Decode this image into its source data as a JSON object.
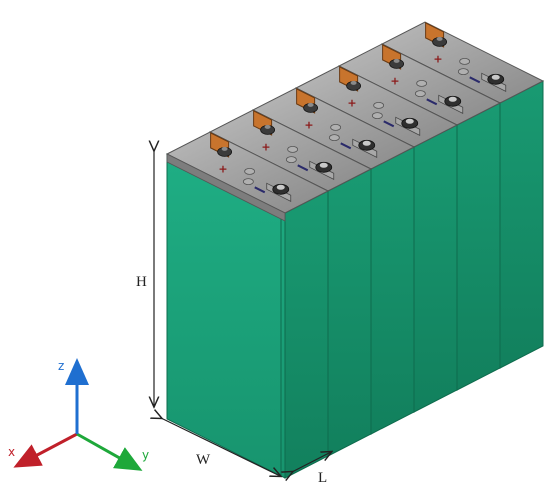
{
  "dimensions": {
    "height_label": "H",
    "width_label": "W",
    "length_label": "L"
  },
  "axes": {
    "x": {
      "label": "x",
      "color": "#c0202a"
    },
    "y": {
      "label": "y",
      "color": "#1ea83a"
    },
    "z": {
      "label": "z",
      "color": "#1f6fd0"
    }
  },
  "cells": {
    "count": 6,
    "body_color": "#1aa37a",
    "lid_color": "#9a9a9a",
    "tab_color": "#c8742d"
  },
  "terminals": {
    "positive_symbol": "+"
  }
}
